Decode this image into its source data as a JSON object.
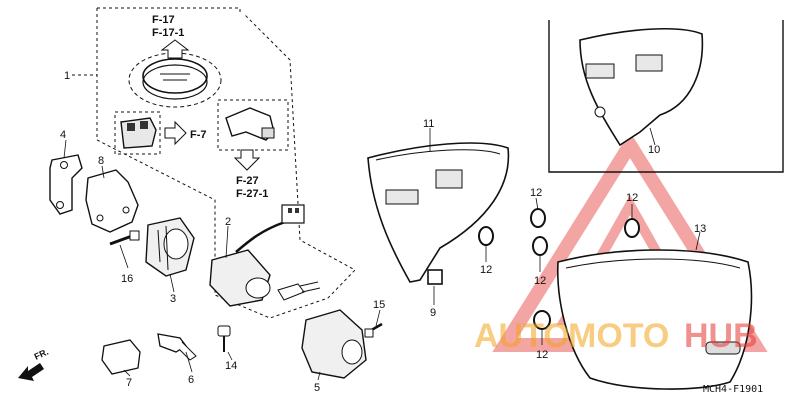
{
  "parts": {
    "p1": "1",
    "p2": "2",
    "p3": "3",
    "p4": "4",
    "p5": "5",
    "p6": "6",
    "p7": "7",
    "p8": "8",
    "p9": "9",
    "p10": "10",
    "p11": "11",
    "p12": "12",
    "p13": "13",
    "p14": "14",
    "p15": "15",
    "p16": "16"
  },
  "refs": {
    "f17": "F-17",
    "f17_1": "F-17-1",
    "f7": "F-7",
    "f27": "F-27",
    "f27_1": "F-27-1"
  },
  "direction": "FR.",
  "diagram_code": "MCH4-F1901",
  "watermark": {
    "auto": "AUTO",
    "moto": "MOTO",
    "hub": "HUB"
  },
  "colors": {
    "watermark_orange": "#f4a31c",
    "watermark_red": "#e53935",
    "line": "#111111"
  }
}
